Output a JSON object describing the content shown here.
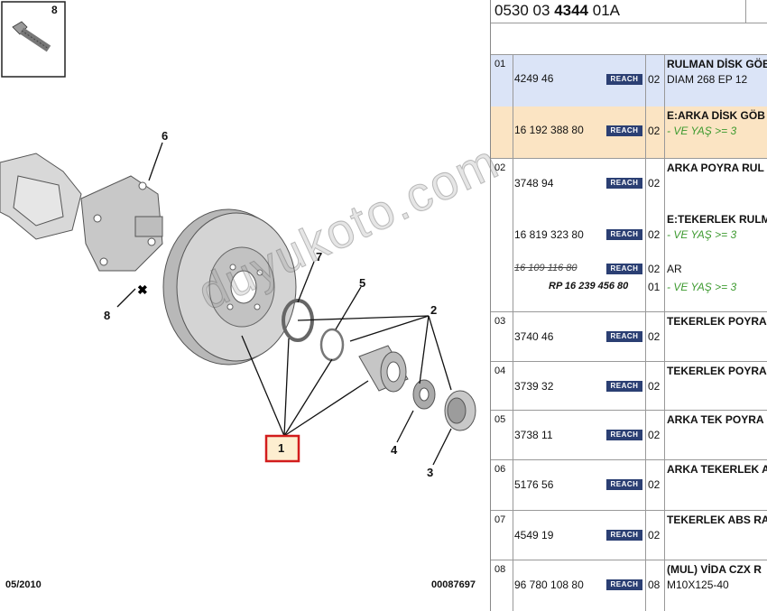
{
  "diagram": {
    "callouts": [
      "1",
      "2",
      "3",
      "4",
      "5",
      "6",
      "7",
      "8",
      "8"
    ],
    "footer_date": "05/2010",
    "footer_ref": "00087697",
    "watermark": "duyukoto.com"
  },
  "table": {
    "header_code_a": "0530 03 ",
    "header_code_b": "4344",
    "header_code_c": " 01A",
    "badge": "REACH",
    "rows": [
      {
        "idx": "01",
        "lines": [
          {
            "pn": "4249 46",
            "qty": "02",
            "desc": "RULMAN DİSK GÖB",
            "desc2": "DIAM 268 EP 12"
          },
          {
            "pn": "16 192 388 80",
            "qty": "02",
            "desc": "E:ARKA DİSK GÖB",
            "desc2": "- VE YAŞ >= 3"
          }
        ]
      },
      {
        "idx": "02",
        "lines": [
          {
            "pn": "3748 94",
            "qty": "02",
            "desc": "ARKA POYRA RUL"
          },
          {
            "pn": "16 819 323 80",
            "qty": "02",
            "desc": "E:TEKERLEK RULM",
            "desc2": "- VE YAŞ >= 3"
          },
          {
            "pn": "16 109 116 80",
            "qty": "02",
            "desc": "AR"
          },
          {
            "pn": "RP 16 239 456 80",
            "qty": "01",
            "desc": "- VE YAŞ >= 3"
          }
        ]
      },
      {
        "idx": "03",
        "lines": [
          {
            "pn": "3740 46",
            "qty": "02",
            "desc": "TEKERLEK POYRA"
          }
        ]
      },
      {
        "idx": "04",
        "lines": [
          {
            "pn": "3739 32",
            "qty": "02",
            "desc": "TEKERLEK POYRA"
          }
        ]
      },
      {
        "idx": "05",
        "lines": [
          {
            "pn": "3738 11",
            "qty": "02",
            "desc": "ARKA TEK POYRA"
          }
        ]
      },
      {
        "idx": "06",
        "lines": [
          {
            "pn": "5176 56",
            "qty": "02",
            "desc": "ARKA TEKERLEK A"
          }
        ]
      },
      {
        "idx": "07",
        "lines": [
          {
            "pn": "4549 19",
            "qty": "02",
            "desc": "TEKERLEK ABS RA"
          }
        ]
      },
      {
        "idx": "08",
        "lines": [
          {
            "pn": "96 780 108 80",
            "qty": "08",
            "desc": "(MUL) VİDA CZX R",
            "desc2": "M10X125-40"
          }
        ]
      }
    ]
  }
}
